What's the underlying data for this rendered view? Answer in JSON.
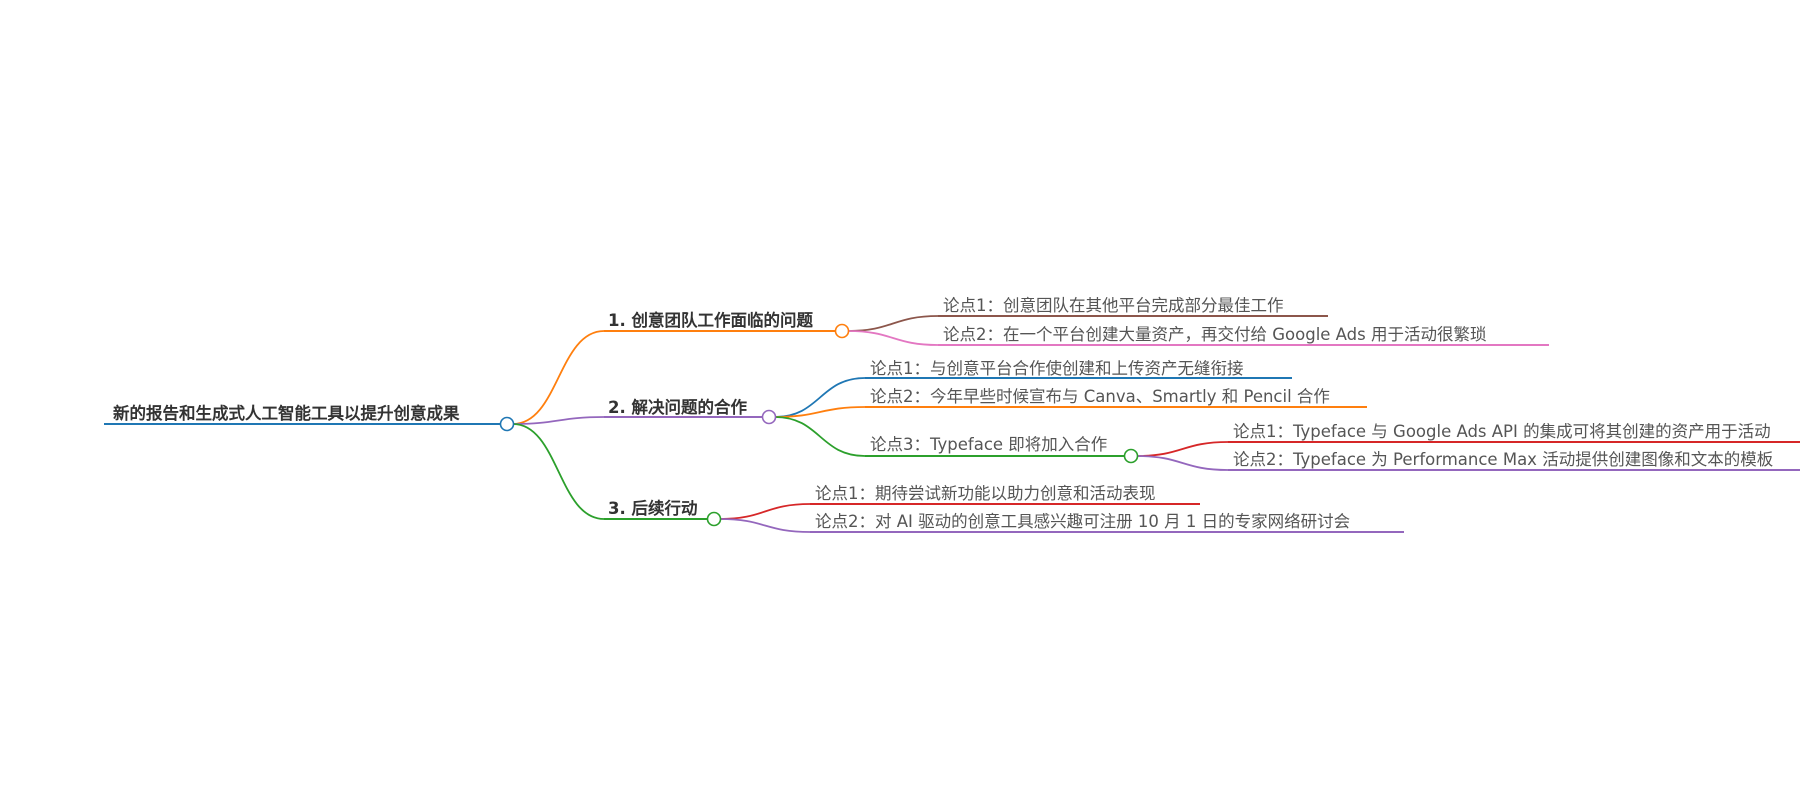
{
  "root": {
    "label": "新的报告和生成式人工智能工具以提升创意成果",
    "color": "#1f77b4"
  },
  "branches": [
    {
      "label": "1. 创意团队工作面临的问题",
      "color": "#ff7f0e",
      "children": [
        {
          "label": "论点1：创意团队在其他平台完成部分最佳工作",
          "color": "#8c564b"
        },
        {
          "label": "论点2：在一个平台创建大量资产，再交付给 Google Ads 用于活动很繁琐",
          "color": "#e377c2"
        }
      ]
    },
    {
      "label": "2. 解决问题的合作",
      "color": "#9467bd",
      "children": [
        {
          "label": "论点1：与创意平台合作使创建和上传资产无缝衔接",
          "color": "#1f77b4"
        },
        {
          "label": "论点2：今年早些时候宣布与 Canva、Smartly 和 Pencil 合作",
          "color": "#ff7f0e"
        },
        {
          "label": "论点3：Typeface 即将加入合作",
          "color": "#2ca02c",
          "children": [
            {
              "label": "论点1：Typeface 与 Google Ads API 的集成可将其创建的资产用于活动",
              "color": "#d62728"
            },
            {
              "label": "论点2：Typeface 为 Performance Max 活动提供创建图像和文本的模板",
              "color": "#9467bd"
            }
          ]
        }
      ]
    },
    {
      "label": "3. 后续行动",
      "color": "#2ca02c",
      "children": [
        {
          "label": "论点1：期待尝试新功能以助力创意和活动表现",
          "color": "#d62728"
        },
        {
          "label": "论点2：对 AI 驱动的创意工具感兴趣可注册 10 月 1 日的专家网络研讨会",
          "color": "#9467bd"
        }
      ]
    }
  ]
}
